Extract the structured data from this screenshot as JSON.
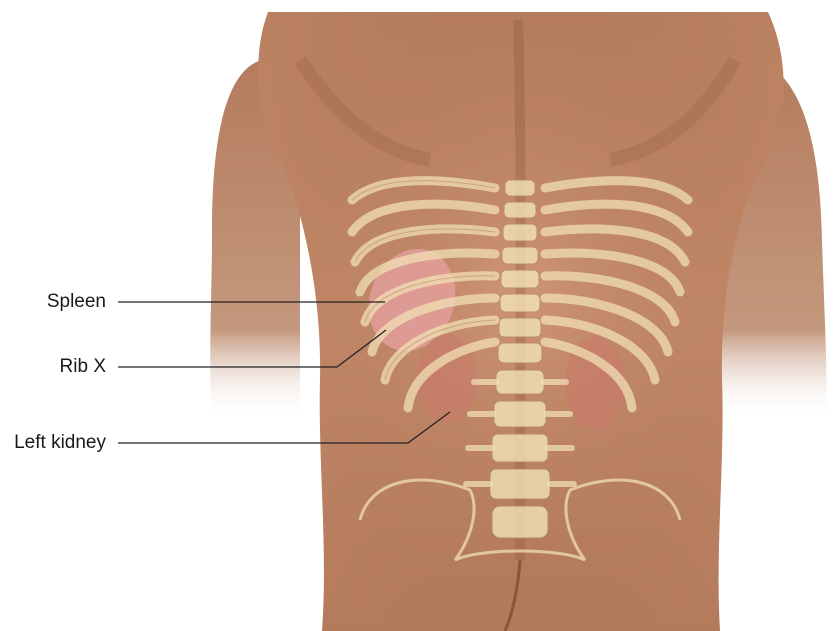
{
  "labels": {
    "spleen": "Spleen",
    "rib": "Rib X",
    "kidney": "Left kidney"
  },
  "colors": {
    "skin": "#c08668",
    "skin_shadow": "#8d573d",
    "bone": "#f3e3b6",
    "spleen": "#e8a0a5",
    "kidney": "#c97a6a",
    "leader_line": "#222222"
  },
  "figure": {
    "subject": "posterior view of lower back torso",
    "structures": [
      "ribs",
      "vertebral column",
      "pelvis",
      "spleen",
      "kidneys"
    ]
  }
}
